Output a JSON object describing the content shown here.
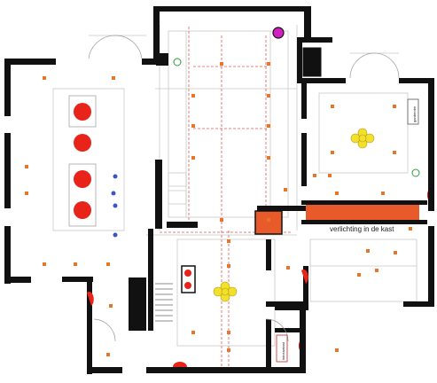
{
  "labels": {
    "kast_verlichting": "verlichting in de kast",
    "cabinet_right": "garderobe",
    "cabinet_bottom": "inbouwkast"
  },
  "colors": {
    "wall": "#111111",
    "lamp_red": "#e8241a",
    "spot_orange": "#e8762a",
    "chandelier_yellow": "#f2e02a",
    "blue_dot": "#3b55c8",
    "magenta": "#d21fbf",
    "green": "#28a03a",
    "beam_orange": "#e85a2a",
    "dashed_red": "#e05a5a"
  }
}
